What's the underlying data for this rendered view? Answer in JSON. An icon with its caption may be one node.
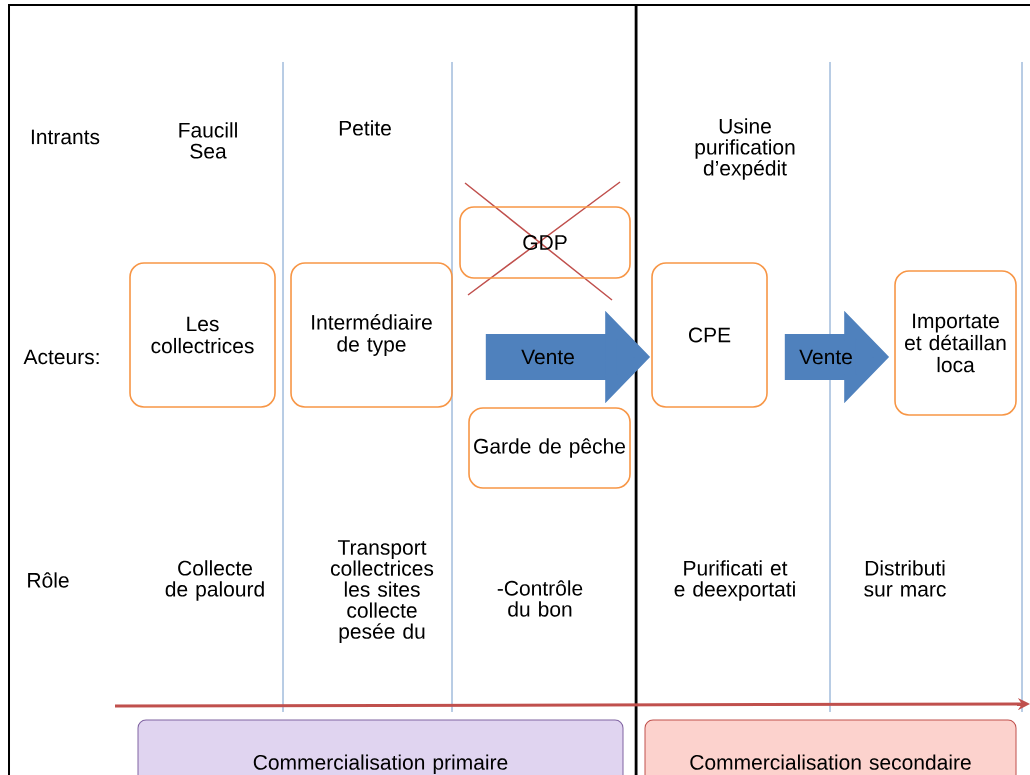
{
  "diagram": {
    "nodes": [
      {
        "text": [
          "Les collectrices"
        ]
      },
      {
        "text": [
          "Intermédiaire de type"
        ]
      },
      {
        "text": [
          "GDP"
        ]
      },
      {
        "text": [
          "Garde de pêche"
        ]
      },
      {
        "text": [
          "CPE"
        ]
      },
      {
        "text": [
          "Importate et détaillan loca"
        ]
      },
      {
        "text": [
          "Commercialisation primaire"
        ]
      },
      {
        "text": [
          "Commercialisation secondaire"
        ]
      }
    ],
    "edges": [
      {
        "from": 1,
        "to": 4,
        "arrow": "to",
        "label": "Vente"
      },
      {
        "from": 4,
        "to": 5,
        "arrow": "to",
        "label": "Vente"
      }
    ],
    "labels": [
      "Intrants",
      "Faucill Sea",
      "Petite",
      "Usine purification d’expédit",
      "Acteurs:",
      "Rôle",
      "Collecte de palourd",
      "Transport collectrices les sites collecte pesée du",
      "-Contrôle du bon",
      "Purificati et e deexportati",
      "Distributi sur marc"
    ]
  }
}
